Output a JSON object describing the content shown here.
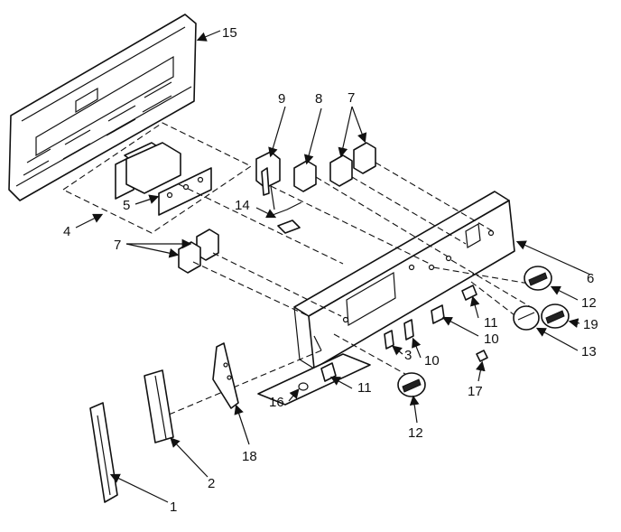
{
  "callouts": {
    "c15": "15",
    "c9": "9",
    "c8": "8",
    "c7a": "7",
    "c4": "4",
    "c5": "5",
    "c14": "14",
    "c7b": "7",
    "c6": "6",
    "c12a": "12",
    "c11a": "11",
    "c19": "19",
    "c10a": "10",
    "c13": "13",
    "c3": "3",
    "c10b": "10",
    "c17": "17",
    "c16": "16",
    "c11b": "11",
    "c12b": "12",
    "c18": "18",
    "c2": "2",
    "c1": "1"
  }
}
